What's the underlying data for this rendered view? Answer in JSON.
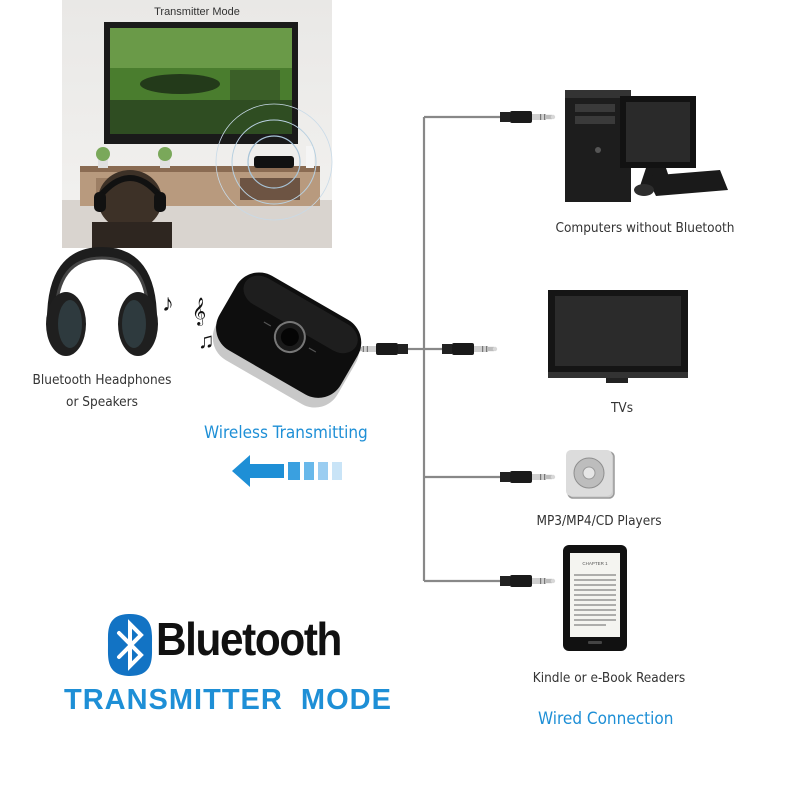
{
  "scene": {
    "caption": "Transmitter Mode"
  },
  "labels": {
    "headphones_line1": "Bluetooth Headphones",
    "headphones_line2": "or Speakers",
    "wireless": "Wireless Transmitting",
    "computers": "Computers without Bluetooth",
    "tvs": "TVs",
    "mp3": "MP3/MP4/CD Players",
    "kindle": "Kindle or e-Book Readers",
    "wired": "Wired Connection"
  },
  "brand": {
    "name": "Bluetooth",
    "mode": "TRANSMITTER  MODE"
  },
  "ereader_screen": {
    "chapter": "CHAPTER 1"
  },
  "colors": {
    "accent": "#1e8fd6",
    "brand_blue": "#1273c4",
    "line": "#888888"
  }
}
